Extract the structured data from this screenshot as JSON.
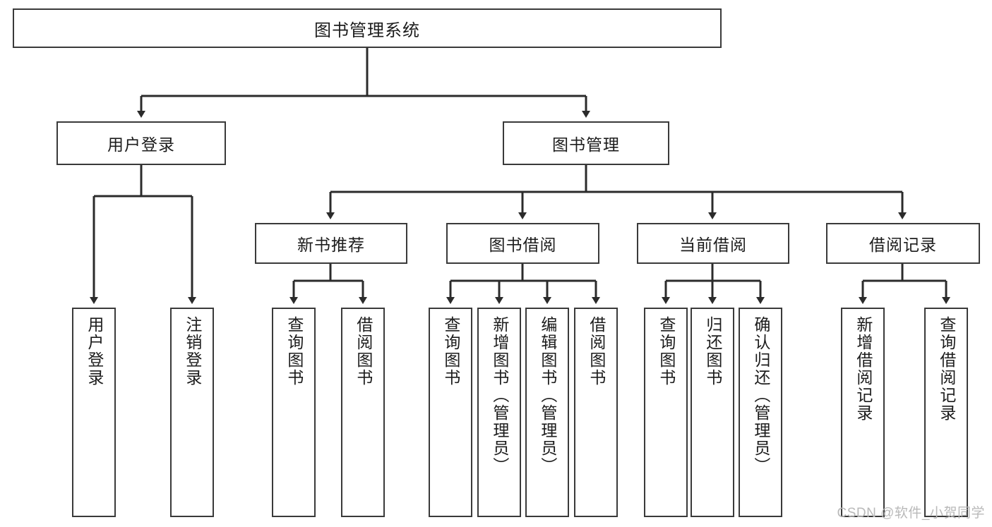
{
  "diagram": {
    "type": "tree-hierarchy",
    "title": "图书管理系统",
    "root": {
      "id": "root",
      "label": "图书管理系统",
      "orientation": "horizontal"
    },
    "level2": [
      {
        "id": "user-login",
        "label": "用户登录",
        "orientation": "horizontal"
      },
      {
        "id": "book-manage",
        "label": "图书管理",
        "orientation": "horizontal"
      }
    ],
    "level3": [
      {
        "id": "new-book-recommend",
        "label": "新书推荐",
        "orientation": "horizontal",
        "parent": "book-manage"
      },
      {
        "id": "book-borrow",
        "label": "图书借阅",
        "orientation": "horizontal",
        "parent": "book-manage"
      },
      {
        "id": "current-borrow",
        "label": "当前借阅",
        "orientation": "horizontal",
        "parent": "book-manage"
      },
      {
        "id": "borrow-record",
        "label": "借阅记录",
        "orientation": "horizontal",
        "parent": "book-manage"
      }
    ],
    "leaves": [
      {
        "id": "leaf-user-login",
        "label": "用户登录",
        "parent": "user-login"
      },
      {
        "id": "leaf-logout-login",
        "label": "注销登录",
        "parent": "user-login"
      },
      {
        "id": "leaf-query-book-1",
        "label": "查询图书",
        "parent": "new-book-recommend"
      },
      {
        "id": "leaf-borrow-book-1",
        "label": "借阅图书",
        "parent": "new-book-recommend"
      },
      {
        "id": "leaf-query-book-2",
        "label": "查询图书",
        "parent": "book-borrow"
      },
      {
        "id": "leaf-add-book",
        "label": "新增图书（管理员）",
        "parent": "book-borrow"
      },
      {
        "id": "leaf-edit-book",
        "label": "编辑图书（管理员）",
        "parent": "book-borrow"
      },
      {
        "id": "leaf-borrow-book-2",
        "label": "借阅图书",
        "parent": "book-borrow"
      },
      {
        "id": "leaf-query-book-3",
        "label": "查询图书",
        "parent": "current-borrow"
      },
      {
        "id": "leaf-return-book",
        "label": "归还图书",
        "parent": "current-borrow"
      },
      {
        "id": "leaf-confirm-return",
        "label": "确认归还（管理员）",
        "parent": "current-borrow"
      },
      {
        "id": "leaf-add-borrow-record",
        "label": "新增借阅记录",
        "parent": "borrow-record"
      },
      {
        "id": "leaf-query-borrow-record",
        "label": "查询借阅记录",
        "parent": "borrow-record"
      }
    ],
    "colors": {
      "border": "#3a3a3a",
      "text": "#1c1c1c",
      "background": "#ffffff",
      "edge": "#2b2b2b",
      "watermark": "#b9b9b9"
    }
  },
  "watermark": {
    "text": "CSDN @软件_小贺同学"
  }
}
